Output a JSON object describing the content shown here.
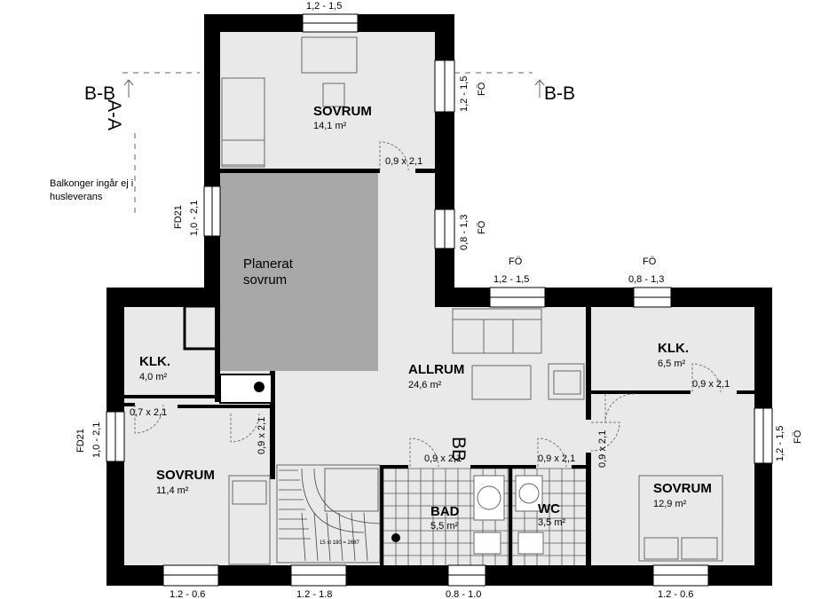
{
  "rooms": {
    "sovrum_top": {
      "name": "SOVRUM",
      "area": "14,1 m²"
    },
    "planerat": {
      "line1": "Planerat",
      "line2": "sovrum"
    },
    "klk_left": {
      "name": "KLK.",
      "area": "4,0 m²"
    },
    "allrum": {
      "name": "ALLRUM",
      "area": "24,6 m²"
    },
    "klk_right": {
      "name": "KLK.",
      "area": "6,5 m²"
    },
    "sovrum_left": {
      "name": "SOVRUM",
      "area": "11,4 m²"
    },
    "bad": {
      "name": "BAD",
      "area": "5,5 m²"
    },
    "wc": {
      "name": "WC",
      "area": "3,5 m²"
    },
    "sovrum_right": {
      "name": "SOVRUM",
      "area": "12,9 m²"
    }
  },
  "windows": {
    "top": "1,2 - 1,5",
    "top_right": "1,2 - 1,5",
    "mid_right": "0,8 - 1,3",
    "fd_upper": "1,0 - 2,1",
    "allrum_top": "1,2 - 1,5",
    "klk_right_top": "0,8 - 1,3",
    "right_side": "1,2 - 1,5",
    "fd_lower": "1,0 - 2,1",
    "bottom_1": "1.2 - 0.6",
    "bottom_2": "1.2 - 1.8",
    "bottom_3": "0.8 - 1.0",
    "bottom_4": "1.2 - 0.6"
  },
  "doors": {
    "sovrum_top": "0,9 x 2,1",
    "klk_left": "0,7 x 2,1",
    "sovrum_left": "0,9 x 2,1",
    "bad": "0,9 x 2,1",
    "wc": "0,9 x 2,1",
    "klk_right": "0,9 x 2,1",
    "sovrum_right": "0,9 x 2,1"
  },
  "tags": {
    "fo": "FÖ",
    "fd": "FD21"
  },
  "sections": {
    "bb_left": "B-B",
    "bb_right": "B-B",
    "aa": "A-A",
    "bb_mid": "BB"
  },
  "note": {
    "line1": "Balkonger ingår ej i",
    "line2": "husleverans"
  },
  "stair_text": "15 st 180 = 2687",
  "colors": {
    "wall": "#000000",
    "floor": "#e9e9e9",
    "planned": "#a8a8a8",
    "tile_line": "#555555"
  }
}
